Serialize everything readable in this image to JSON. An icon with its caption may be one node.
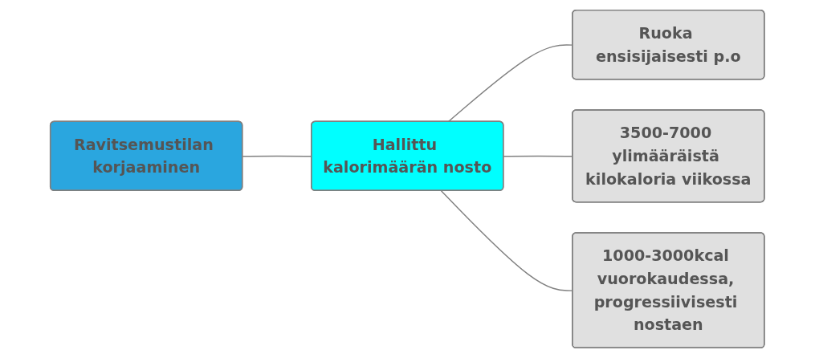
{
  "diagram": {
    "nodes": [
      {
        "text": [
          "Ravitsemustilan korjaaminen"
        ]
      },
      {
        "text": [
          "Hallittu kalorimäärän nosto"
        ]
      },
      {
        "text": [
          "Ruoka ensisijaisesti p.o"
        ]
      },
      {
        "text": [
          "3500-7000 ylimääräistä kilokaloria viikossa"
        ]
      },
      {
        "text": [
          "1000-3000kcal vuorokaudessa, progressiivisesti nostaen"
        ]
      }
    ],
    "edges": [
      {
        "from": 0,
        "to": 1,
        "arrow": "none"
      },
      {
        "from": 1,
        "to": 2,
        "arrow": "none"
      },
      {
        "from": 1,
        "to": 3,
        "arrow": "none"
      },
      {
        "from": 1,
        "to": 4,
        "arrow": "none"
      }
    ]
  }
}
